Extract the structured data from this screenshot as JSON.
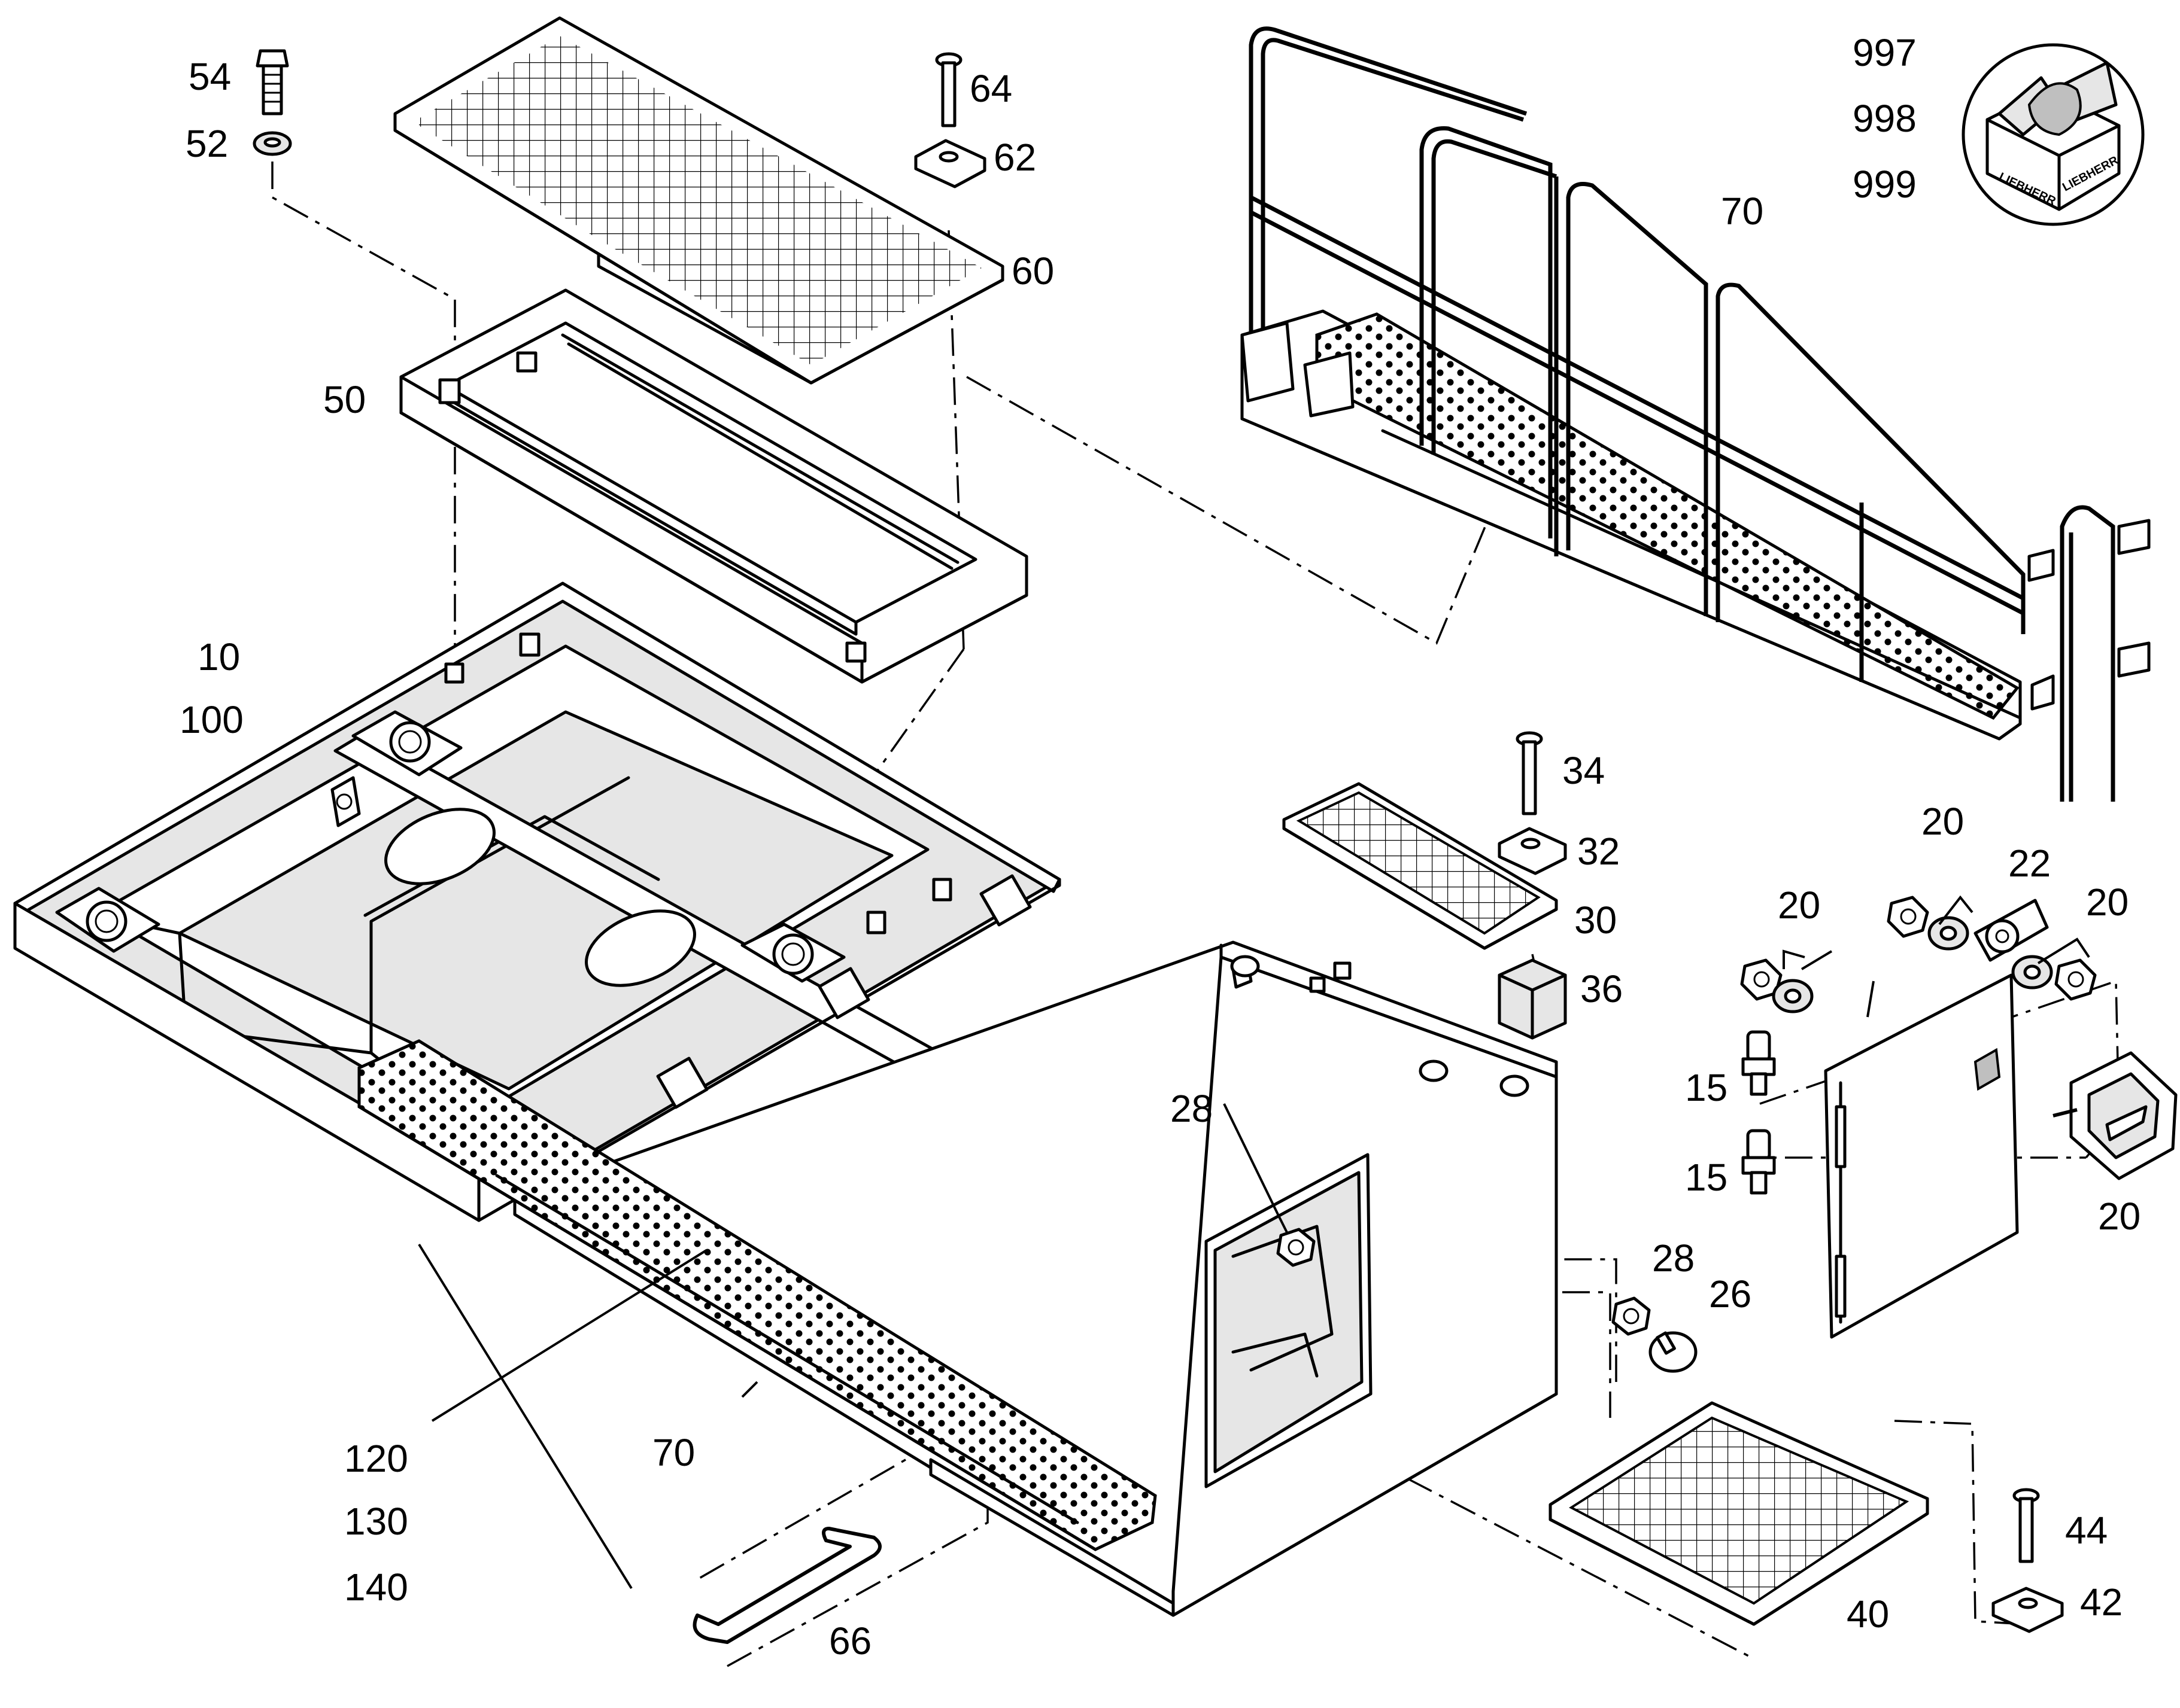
{
  "parts": {
    "p54": "54",
    "p52": "52",
    "p64": "64",
    "p62": "62",
    "p60": "60",
    "p50": "50",
    "p997": "997",
    "p998": "998",
    "p999": "999",
    "p70_top": "70",
    "p10": "10",
    "p100": "100",
    "p34": "34",
    "p32": "32",
    "p30": "30",
    "p36": "36",
    "p20_a": "20",
    "p22": "22",
    "p20_b": "20",
    "p20_c": "20",
    "p20_d": "20",
    "p15_a": "15",
    "p15_b": "15",
    "p28_a": "28",
    "p28_b": "28",
    "p26": "26",
    "p120": "120",
    "p130": "130",
    "p140": "140",
    "p70_bottom": "70",
    "p66": "66",
    "p40": "40",
    "p44": "44",
    "p42": "42"
  },
  "logo_text": "LIEBHERR",
  "icons": [
    "bolt-icon",
    "washer-icon",
    "nut-icon",
    "latch-icon",
    "package-box-icon"
  ]
}
